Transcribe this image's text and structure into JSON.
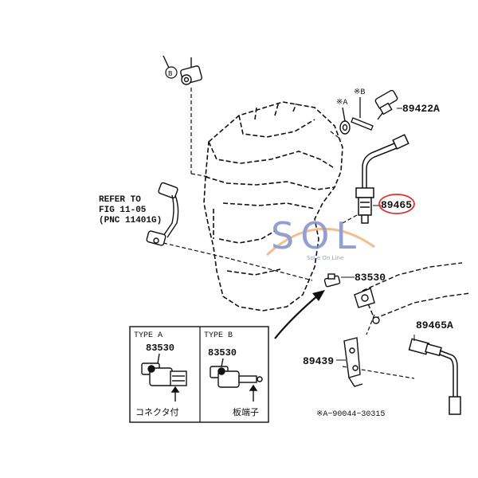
{
  "labels": {
    "part_89422A": "89422A",
    "part_89465": "89465",
    "part_83530": "83530",
    "part_89465A": "89465A",
    "part_89439": "89439",
    "callout_a": "※A",
    "callout_b": "※B",
    "marker_b": "B",
    "refer_line1": "REFER TO",
    "refer_line2": "FIG 11-05",
    "refer_line3": "(PNC 11401G)",
    "footnote": "※A−90044−30315"
  },
  "inset": {
    "type_a": {
      "title": "TYPE A",
      "part": "83530",
      "caption": "コネクタ付"
    },
    "type_b": {
      "title": "TYPE B",
      "part": "83530",
      "caption": "板端子"
    }
  },
  "watermark": {
    "logo_text": "SOL",
    "tagline": "Sol e On Line"
  },
  "colors": {
    "ink": "#111111",
    "highlight": "#e03030",
    "logo_blue": "#7f8fc8",
    "logo_orange": "#f4b27a"
  }
}
